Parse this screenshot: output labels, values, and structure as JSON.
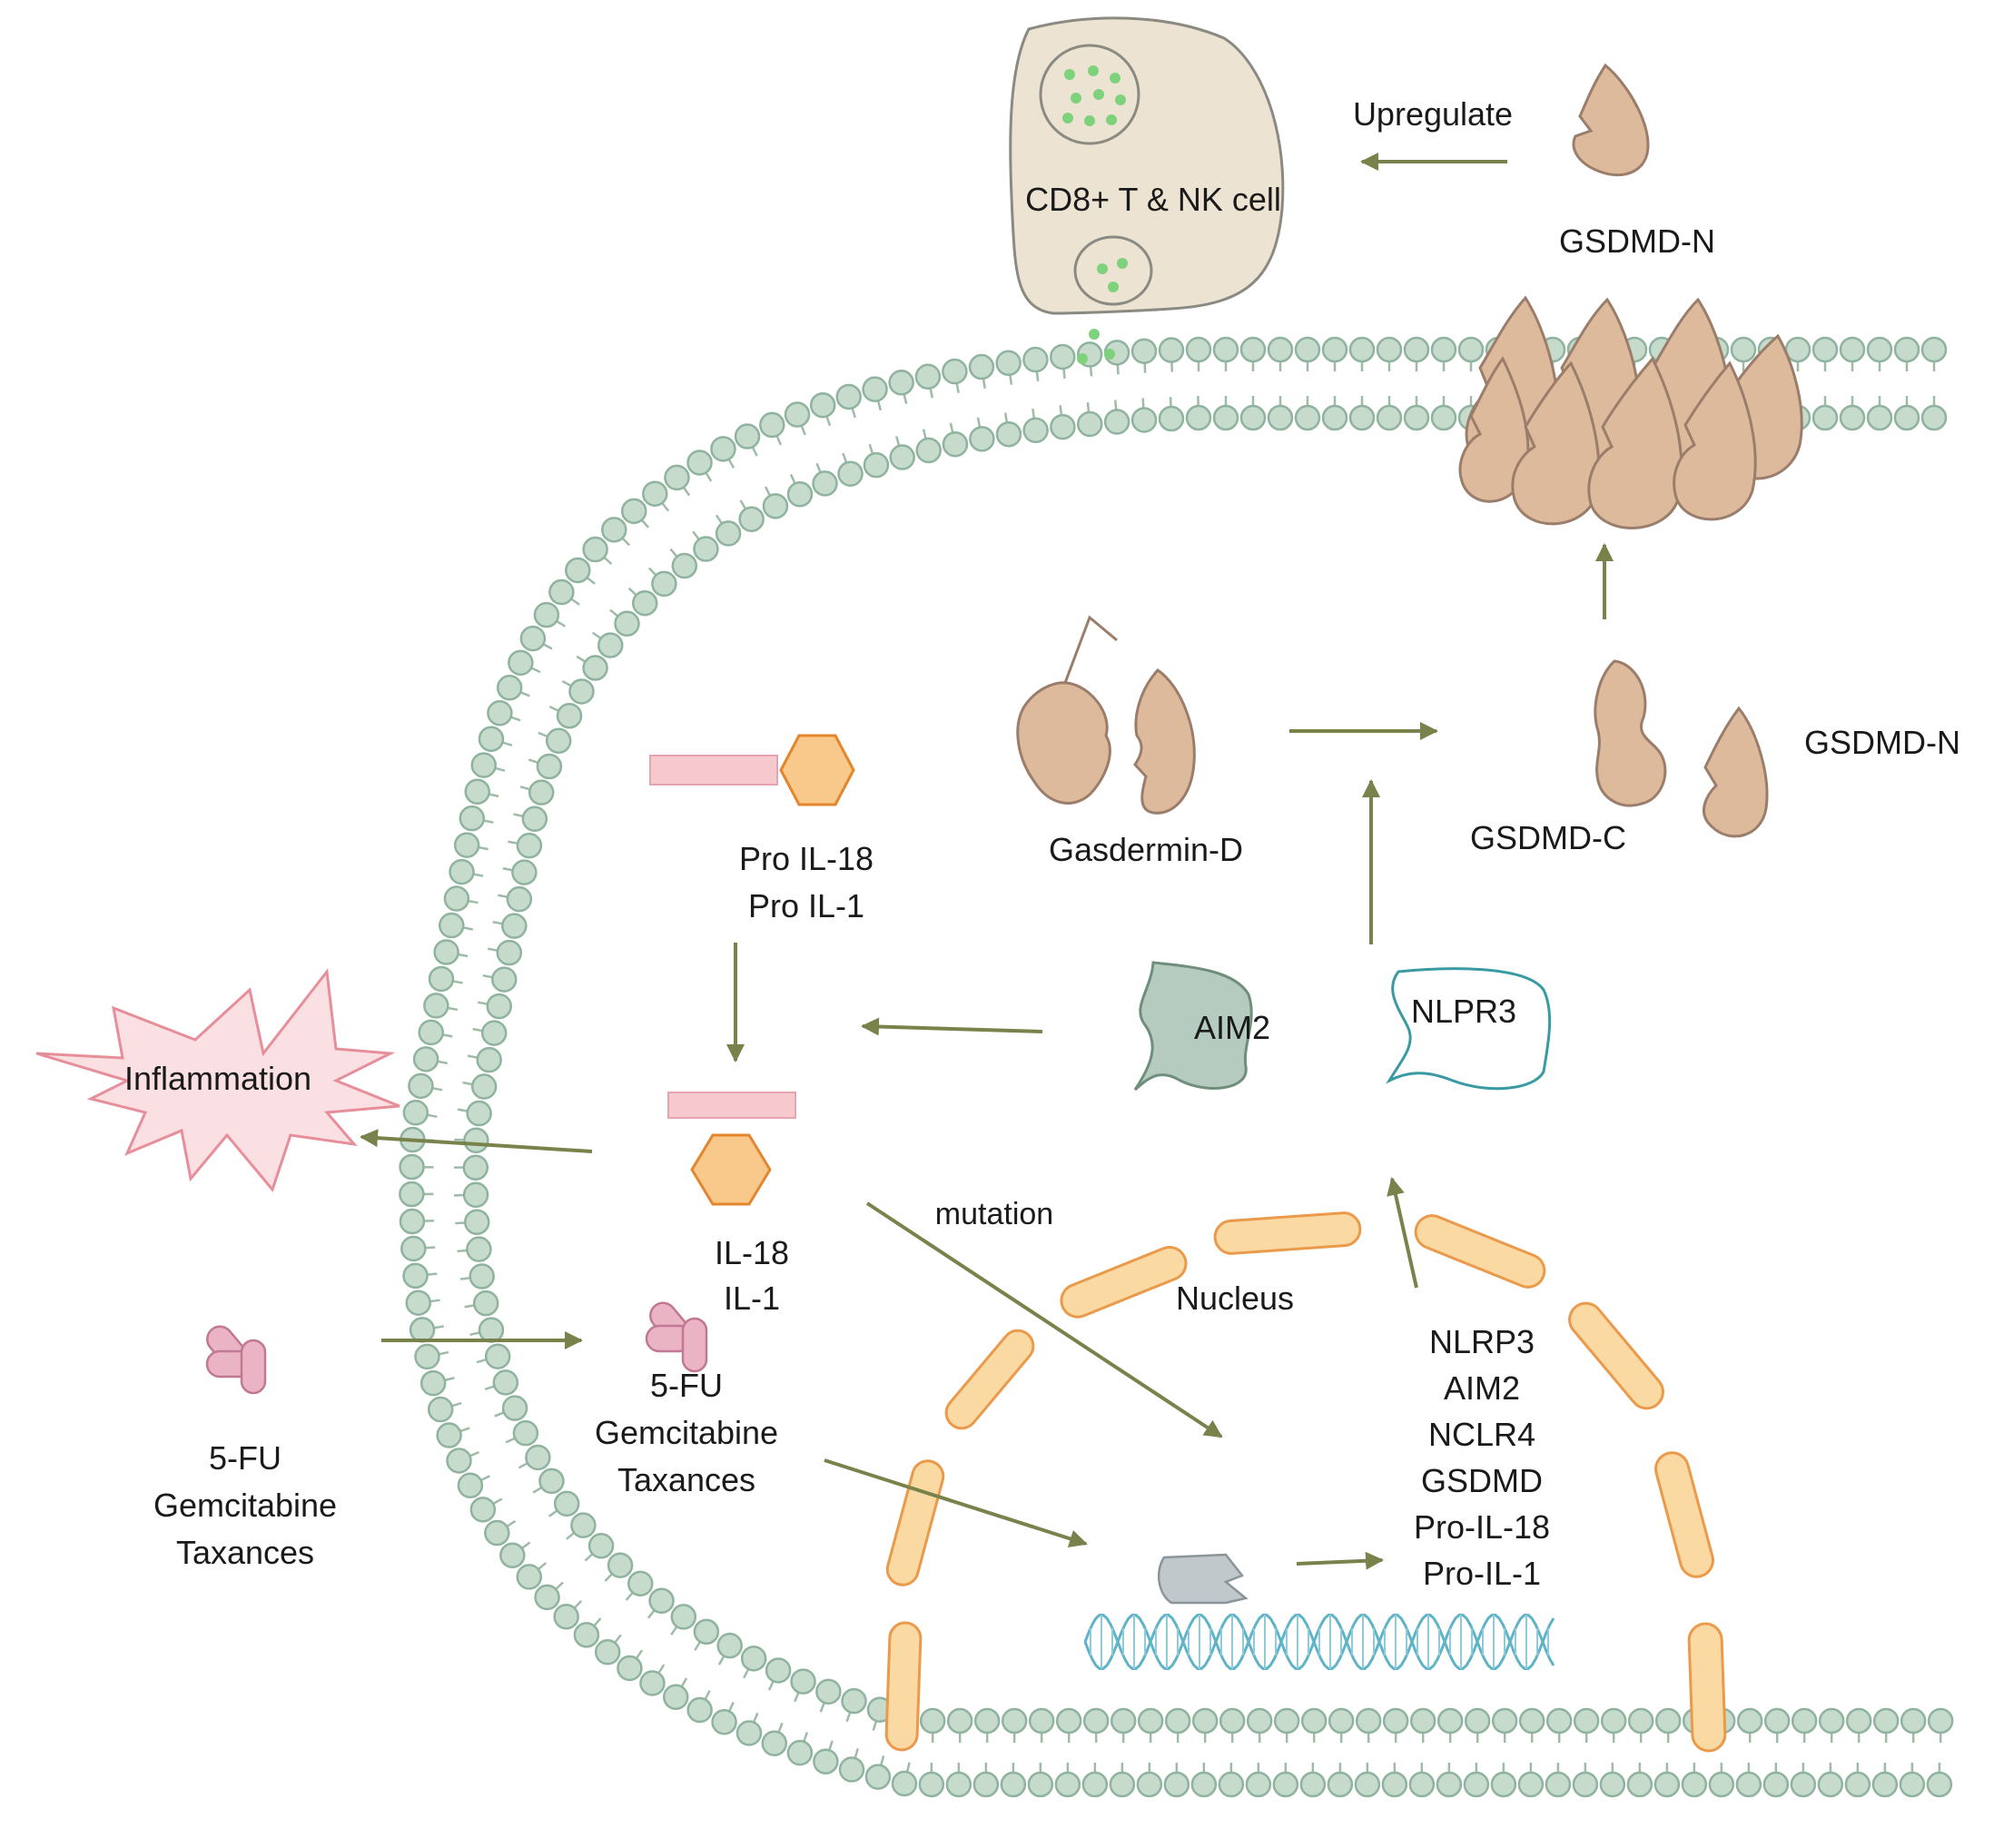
{
  "colors": {
    "membrane_bead": "#c6dbcc",
    "membrane_outline": "#8fb39f",
    "arrow": "#78824a",
    "gsdmd_fill": "#deba9c",
    "nucleus_fill": "#fbd9a2",
    "nucleus_outline": "#ea9a4a",
    "interleukin_fill": "#f8c98a",
    "pro_domain_fill": "#f6c9ce",
    "aim2_fill": "#b6cbc0",
    "nlpr3_outline": "#3a9aa3",
    "inflammation_fill": "#fbe0e3",
    "drug_fill": "#eab4c4",
    "granule": "#7fd27c"
  },
  "labels": {
    "cell_top": "CD8+ T & NK cell",
    "upregulate": "Upregulate",
    "gsdmd_n_top": "GSDMD-N",
    "gsdmd_n_right": "GSDMD-N",
    "gsdmd_c": "GSDMD-C",
    "gasdermin_d": "Gasdermin-D",
    "pro_il_18": "Pro IL-18",
    "pro_il_1": "Pro IL-1",
    "aim2": "AIM2",
    "nlpr3": "NLPR3",
    "inflammation": "Inflammation",
    "il_18": "IL-18",
    "il_1": "IL-1",
    "mutation": "mutation",
    "nucleus": "Nucleus",
    "genes": [
      "NLRP3",
      "AIM2",
      "NCLR4",
      "GSDMD",
      "Pro-IL-18",
      "Pro-IL-1"
    ],
    "drugs_outside": [
      "5-FU",
      "Gemcitabine",
      "Taxances"
    ],
    "drugs_inside": [
      "5-FU",
      "Gemcitabine",
      "Taxances"
    ]
  },
  "icons": [
    "cell-icon",
    "gsdmd-pore-icon",
    "gasdermin-d-icon",
    "pro-interleukin-icon",
    "interleukin-icon",
    "aim2-icon",
    "nlpr3-icon",
    "inflammation-burst-icon",
    "drug-icon",
    "transcription-factor-icon",
    "dna-helix-icon",
    "nucleus-envelope-icon"
  ]
}
